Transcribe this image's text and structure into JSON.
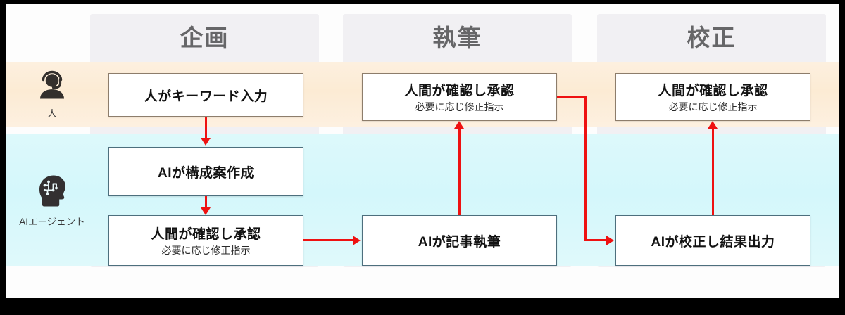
{
  "diagram": {
    "title_columns": [
      {
        "label": "企画"
      },
      {
        "label": "執筆"
      },
      {
        "label": "校正"
      }
    ],
    "lanes": [
      {
        "id": "human",
        "label": "人",
        "icon": "headset-person-icon",
        "color": "#fcebd4"
      },
      {
        "id": "ai",
        "label": "AIエージェント",
        "icon": "ai-head-profile-icon",
        "color": "#d4f7fb"
      }
    ],
    "nodes": [
      {
        "id": "n1",
        "column": "企画",
        "lane": "human",
        "title": "人がキーワード入力",
        "subtitle": ""
      },
      {
        "id": "n2",
        "column": "企画",
        "lane": "ai",
        "title": "AIが構成案作成",
        "subtitle": ""
      },
      {
        "id": "n3",
        "column": "企画",
        "lane": "ai",
        "title": "人間が確認し承認",
        "subtitle": "必要に応じ修正指示"
      },
      {
        "id": "n4",
        "column": "執筆",
        "lane": "human",
        "title": "人間が確認し承認",
        "subtitle": "必要に応じ修正指示"
      },
      {
        "id": "n5",
        "column": "執筆",
        "lane": "ai",
        "title": "AIが記事執筆",
        "subtitle": ""
      },
      {
        "id": "n6",
        "column": "校正",
        "lane": "human",
        "title": "人間が確認し承認",
        "subtitle": "必要に応じ修正指示"
      },
      {
        "id": "n7",
        "column": "校正",
        "lane": "ai",
        "title": "AIが校正し結果出力",
        "subtitle": ""
      }
    ],
    "edges": [
      {
        "from": "n1",
        "to": "n2",
        "direction": "down"
      },
      {
        "from": "n2",
        "to": "n3",
        "direction": "down"
      },
      {
        "from": "n3",
        "to": "n5",
        "direction": "right"
      },
      {
        "from": "n5",
        "to": "n4",
        "direction": "up"
      },
      {
        "from": "n4",
        "to": "n7",
        "direction": "right-down-right"
      },
      {
        "from": "n7",
        "to": "n6",
        "direction": "up"
      }
    ],
    "colors": {
      "arrow": "#ee1111",
      "human_band": "#fcebd4",
      "ai_band": "#d4f7fb",
      "column_band": "#f1f0f3",
      "human_box_border": "#8d7d6b",
      "ai_box_border": "#4d6f7d",
      "header_text": "#666668"
    }
  }
}
